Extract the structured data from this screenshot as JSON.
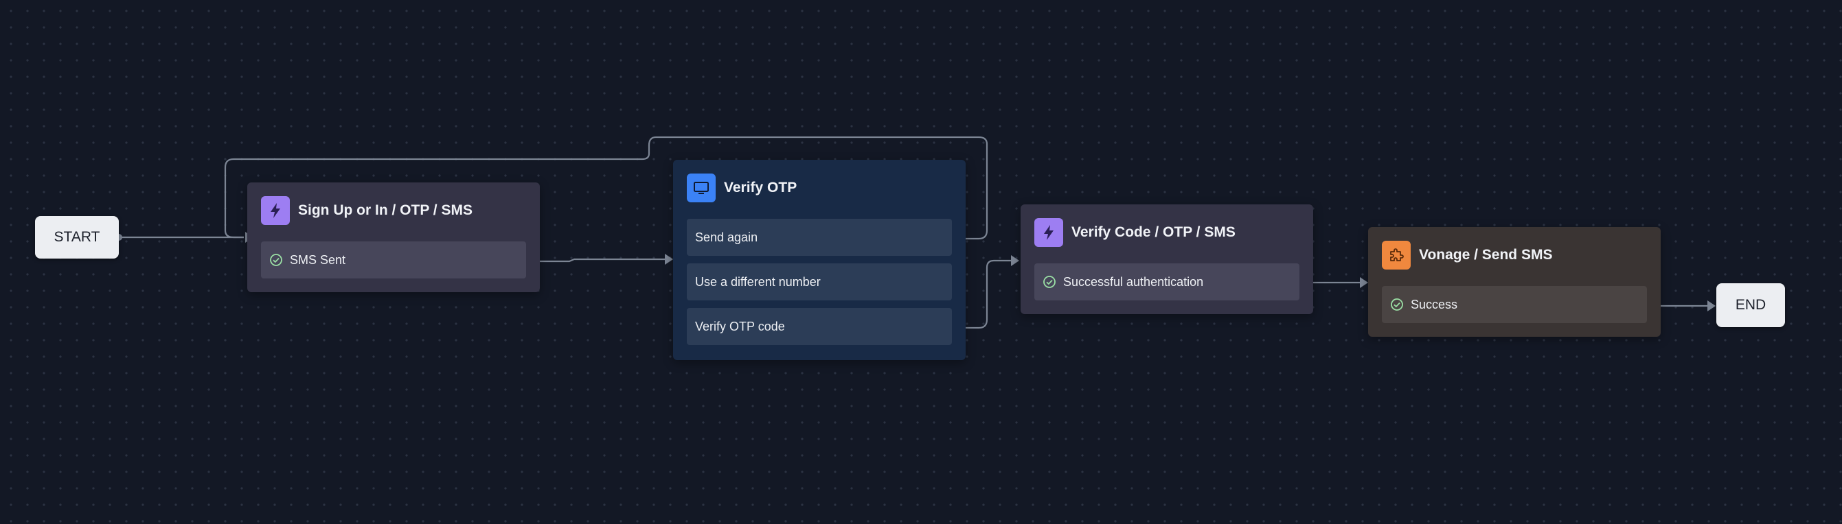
{
  "start": {
    "label": "START"
  },
  "end": {
    "label": "END"
  },
  "nodes": {
    "signup": {
      "title": "Sign Up or In / OTP / SMS",
      "icon": "lightning-icon",
      "rows": [
        "SMS Sent"
      ]
    },
    "verify_otp": {
      "title": "Verify OTP",
      "icon": "monitor-icon",
      "rows": [
        "Send again",
        "Use a different number",
        "Verify OTP code"
      ]
    },
    "verify_code": {
      "title": "Verify Code / OTP / SMS",
      "icon": "lightning-icon",
      "rows": [
        "Successful authentication"
      ]
    },
    "vonage": {
      "title": "Vonage / Send SMS",
      "icon": "puzzle-icon",
      "rows": [
        "Success"
      ]
    }
  },
  "colors": {
    "background": "#131825",
    "edge": "#7c8594",
    "flow_node": "#343346",
    "screen_node": "#182a46",
    "connector_node": "#3a3433",
    "flow_icon": "#9d7ef2",
    "screen_icon": "#3b82f6",
    "connector_icon": "#f0883e",
    "success_check": "#9be0a5"
  }
}
